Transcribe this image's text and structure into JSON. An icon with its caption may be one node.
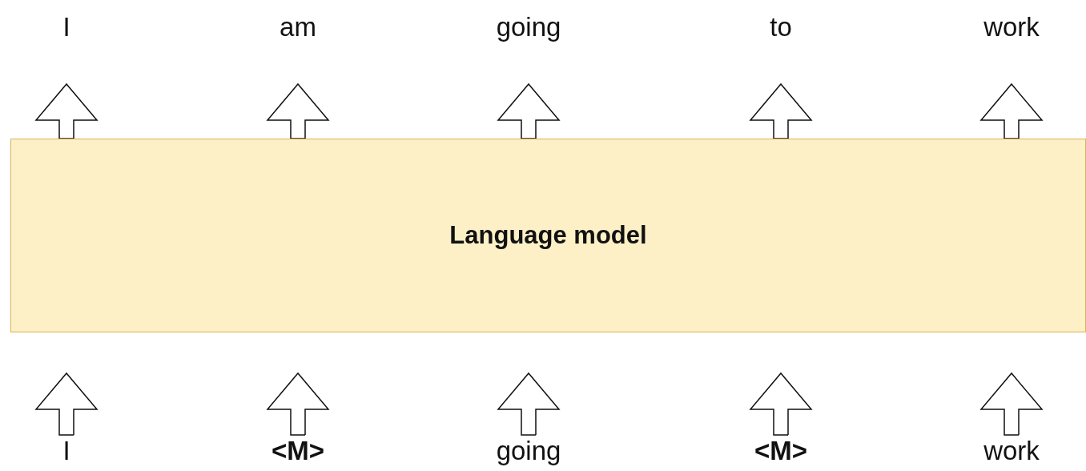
{
  "diagram": {
    "nodes": [
      {
        "text": [
          "I"
        ]
      },
      {
        "text": [
          "am"
        ]
      },
      {
        "text": [
          "going"
        ]
      },
      {
        "text": [
          "to"
        ]
      },
      {
        "text": [
          "work"
        ]
      },
      {
        "text": [
          "Language model"
        ]
      },
      {
        "text": [
          "I"
        ]
      },
      {
        "text": [
          "<M>"
        ]
      },
      {
        "text": [
          "going"
        ]
      },
      {
        "text": [
          "<M>"
        ]
      },
      {
        "text": [
          "work"
        ]
      }
    ],
    "edges": [
      {
        "from": 6,
        "to": 5,
        "arrow": "to"
      },
      {
        "from": 7,
        "to": 5,
        "arrow": "to"
      },
      {
        "from": 8,
        "to": 5,
        "arrow": "to"
      },
      {
        "from": 9,
        "to": 5,
        "arrow": "to"
      },
      {
        "from": 10,
        "to": 5,
        "arrow": "to"
      },
      {
        "from": 5,
        "to": 0,
        "arrow": "to"
      },
      {
        "from": 5,
        "to": 1,
        "arrow": "to"
      },
      {
        "from": 5,
        "to": 2,
        "arrow": "to"
      },
      {
        "from": 5,
        "to": 3,
        "arrow": "to"
      },
      {
        "from": 5,
        "to": 4,
        "arrow": "to"
      }
    ]
  }
}
